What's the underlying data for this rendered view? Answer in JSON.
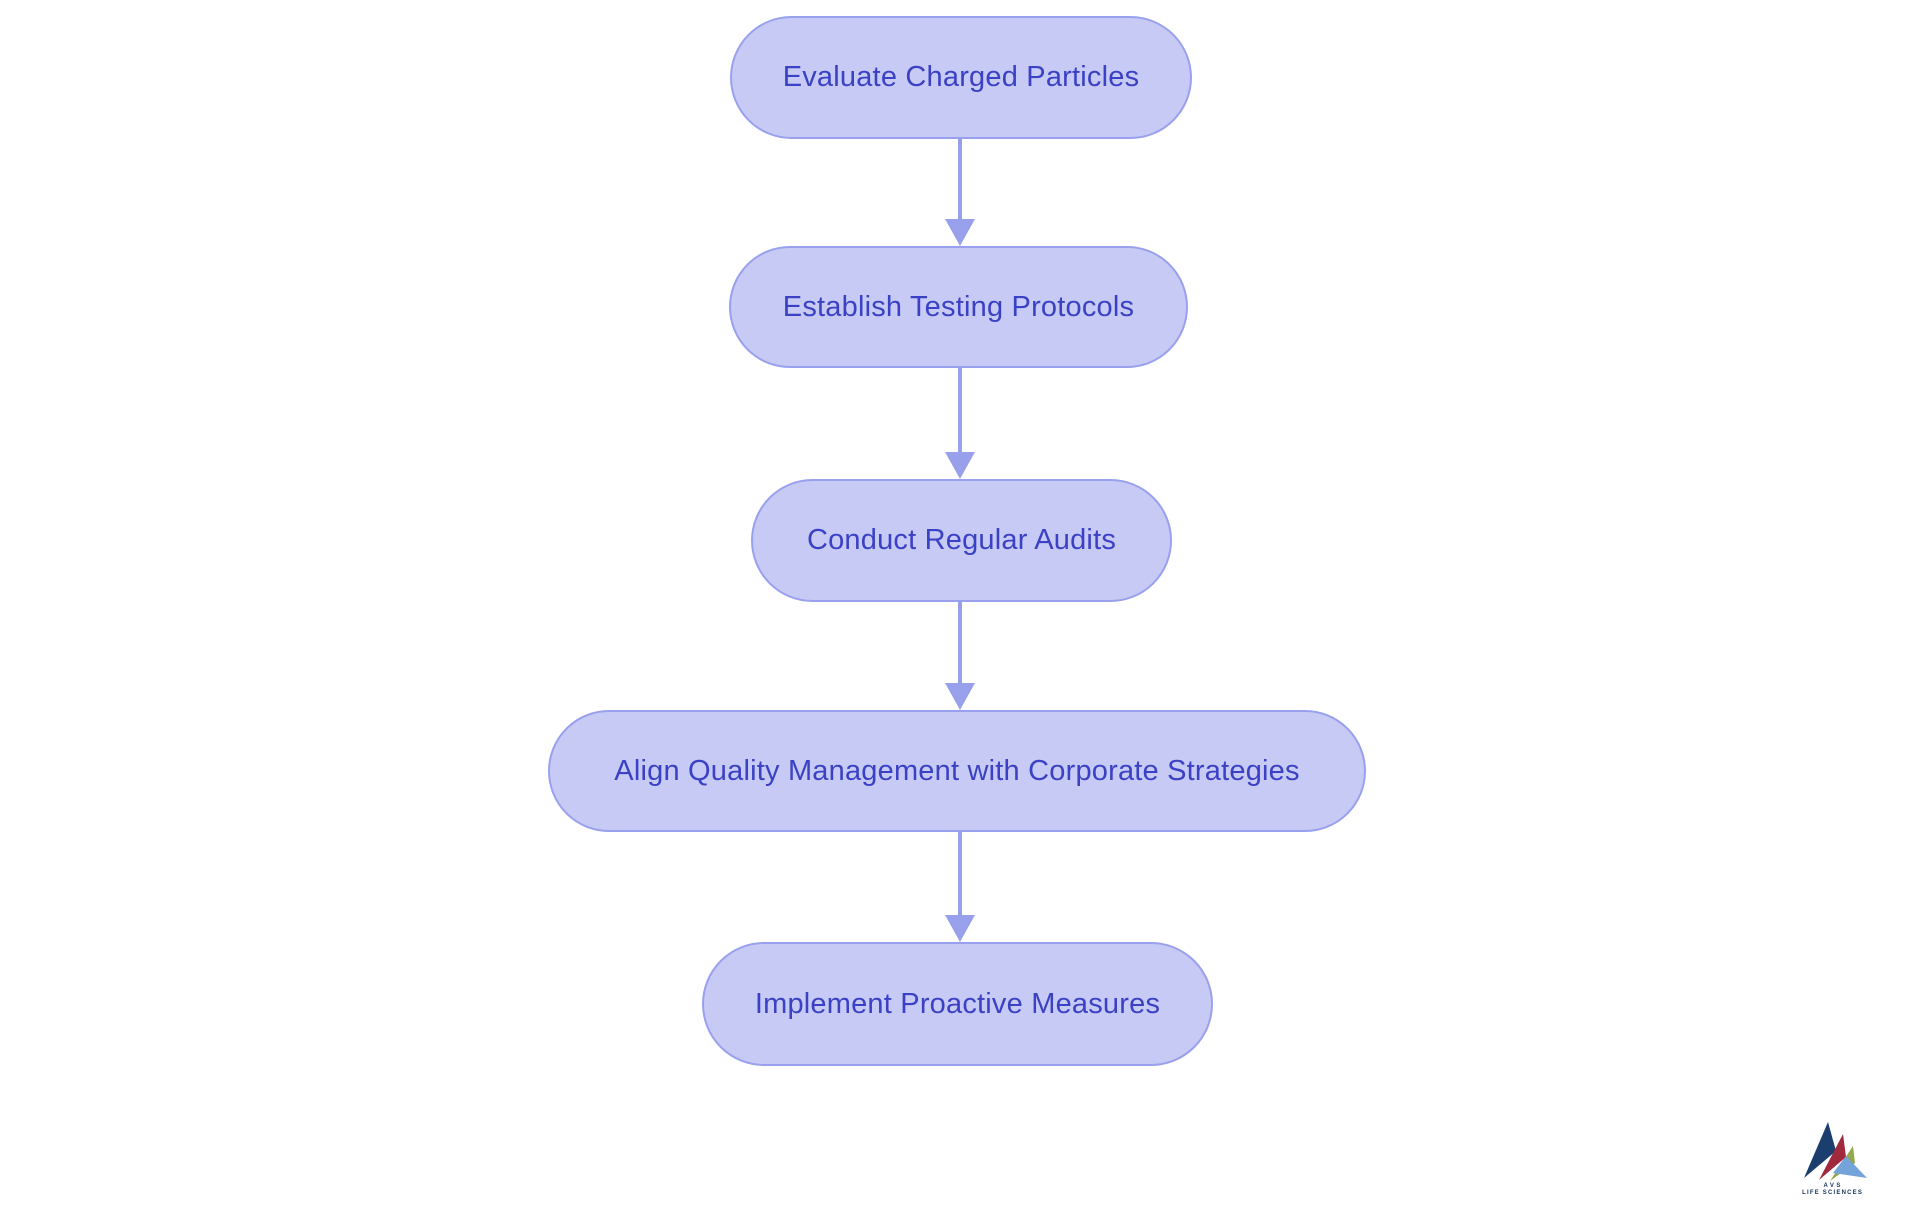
{
  "flowchart": {
    "type": "vertical-process-flow",
    "nodes": [
      {
        "label": "Evaluate Charged Particles"
      },
      {
        "label": "Establish Testing Protocols"
      },
      {
        "label": "Conduct Regular Audits"
      },
      {
        "label": "Align Quality Management with Corporate Strategies"
      },
      {
        "label": "Implement Proactive Measures"
      }
    ],
    "connections": [
      {
        "from": 0,
        "to": 1
      },
      {
        "from": 1,
        "to": 2
      },
      {
        "from": 2,
        "to": 3
      },
      {
        "from": 3,
        "to": 4
      }
    ],
    "colors": {
      "node_fill": "#c7caf4",
      "node_border": "#99a1ee",
      "node_text": "#3b41c4",
      "arrow": "#99a0eb",
      "background": "#ffffff"
    }
  },
  "logo": {
    "line1": "AVS",
    "line2": "LIFE SCIENCES",
    "colors": {
      "navy": "#1c3e6e",
      "maroon": "#a02a3c",
      "olive": "#93a84c",
      "light_blue": "#74a3da",
      "text": "#16325c"
    }
  }
}
